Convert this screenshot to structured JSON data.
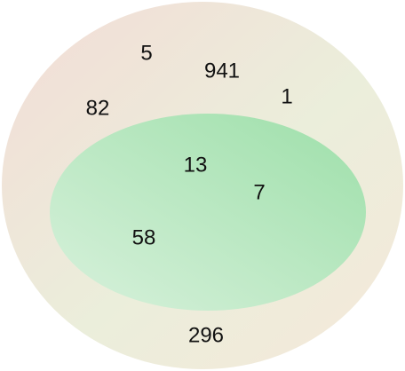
{
  "diagram": {
    "outer_region": {
      "colors": [
        "#f3dcd6",
        "#ebeedb",
        "#f5e8da"
      ]
    },
    "inner_region": {
      "colors": [
        "#d8f1dc",
        "#9ddfa9"
      ]
    },
    "numbers": [
      {
        "text": "5"
      },
      {
        "text": "941"
      },
      {
        "text": "1"
      },
      {
        "text": "82"
      },
      {
        "text": "13"
      },
      {
        "text": "7"
      },
      {
        "text": "58"
      },
      {
        "text": "296"
      }
    ]
  }
}
